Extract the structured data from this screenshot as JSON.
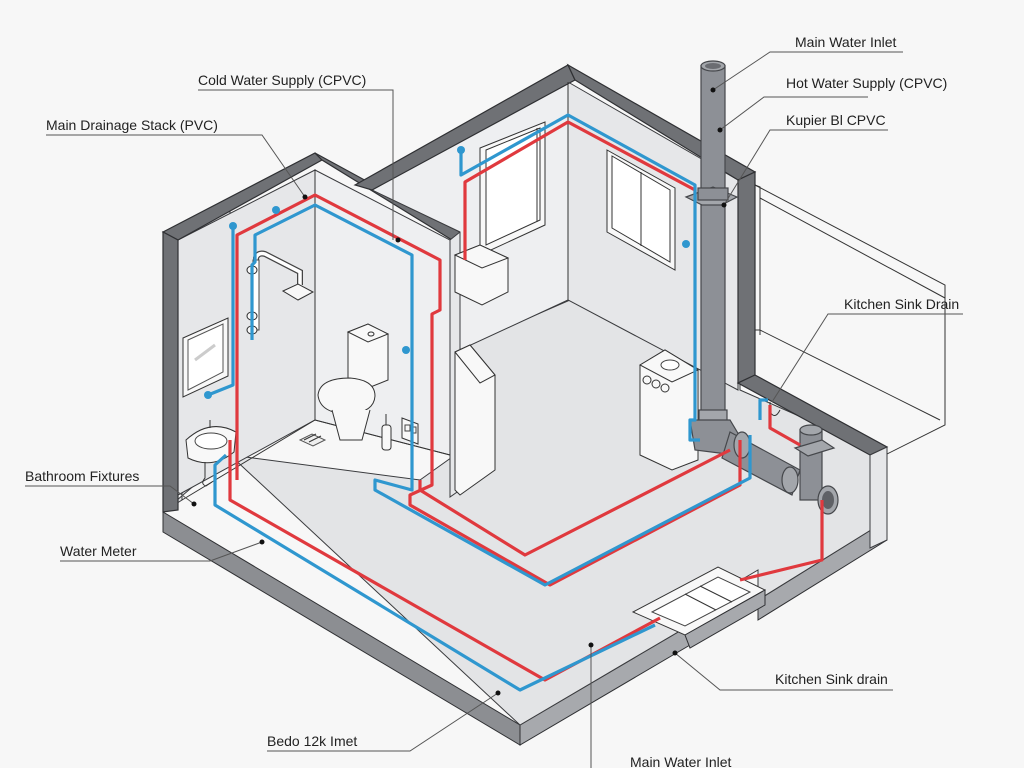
{
  "diagram": {
    "title_hidden": "",
    "colors": {
      "hot_water": "#e0393e",
      "cold_water": "#2f97cf",
      "pvc_pipe": "#8d9096",
      "wall_top": "#6f7175",
      "background": "#f7f7f7"
    },
    "labels": {
      "cold_water_supply": "Cold Water Supply (CPVC)",
      "main_drainage_stack": "Main Drainage Stack (PVC)",
      "main_water_inlet_top": "Main Water Inlet",
      "hot_water_supply": "Hot Water Supply (CPVC)",
      "kupler_cpvc": "Kupier Bl CPVC",
      "kitchen_sink_drain_upper": "Kitchen Sink Drain",
      "bathroom_fixtures": "Bathroom Fixtures",
      "water_meter": "Water Meter",
      "kitchen_sink_drain_lower": "Kitchen Sink drain",
      "bedo_inlet": "Bedo 12k Imet",
      "main_water_inlet_bottom": "Main Water Inlet"
    },
    "fixtures": [
      "shower",
      "toilet",
      "wash-basin",
      "mirror",
      "floor-drain",
      "toilet-brush",
      "flush-plate",
      "water-heater",
      "vanity-cabinet",
      "kitchen-sink-unit",
      "windows",
      "drain-pit"
    ]
  }
}
